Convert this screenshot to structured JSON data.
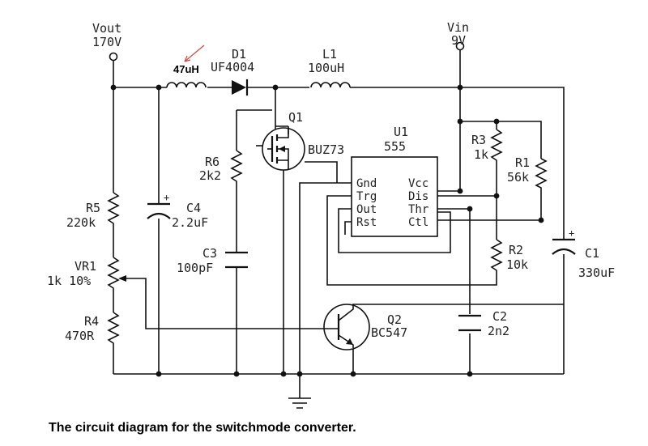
{
  "caption": "The circuit diagram for the switchmode converter.",
  "terminals": {
    "vout": {
      "name": "Vout",
      "value": "170V"
    },
    "vin": {
      "name": "Vin",
      "value": "9V"
    }
  },
  "components": {
    "inductor_main": {
      "value": "47uH"
    },
    "d1": {
      "ref": "D1",
      "value": "UF4004"
    },
    "l1": {
      "ref": "L1",
      "value": "100uH"
    },
    "q1": {
      "ref": "Q1",
      "value": "BUZ73"
    },
    "u1": {
      "ref": "U1",
      "value": "555",
      "pins_left": [
        "Gnd",
        "Trg",
        "Out",
        "Rst"
      ],
      "pins_right": [
        "Vcc",
        "Dis",
        "Thr",
        "Ctl"
      ]
    },
    "r3": {
      "ref": "R3",
      "value": "1k"
    },
    "r1": {
      "ref": "R1",
      "value": "56k"
    },
    "r6": {
      "ref": "R6",
      "value": "2k2"
    },
    "r5": {
      "ref": "R5",
      "value": "220k"
    },
    "c4": {
      "ref": "C4",
      "value": "2.2uF"
    },
    "c3": {
      "ref": "C3",
      "value": "100pF"
    },
    "vr1": {
      "ref": "VR1",
      "value": "1k 10%"
    },
    "r2": {
      "ref": "R2",
      "value": "10k"
    },
    "c1": {
      "ref": "C1",
      "value": "330uF"
    },
    "r4": {
      "ref": "R4",
      "value": "470R"
    },
    "q2": {
      "ref": "Q2",
      "value": "BC547"
    },
    "c2": {
      "ref": "C2",
      "value": "2n2"
    }
  }
}
